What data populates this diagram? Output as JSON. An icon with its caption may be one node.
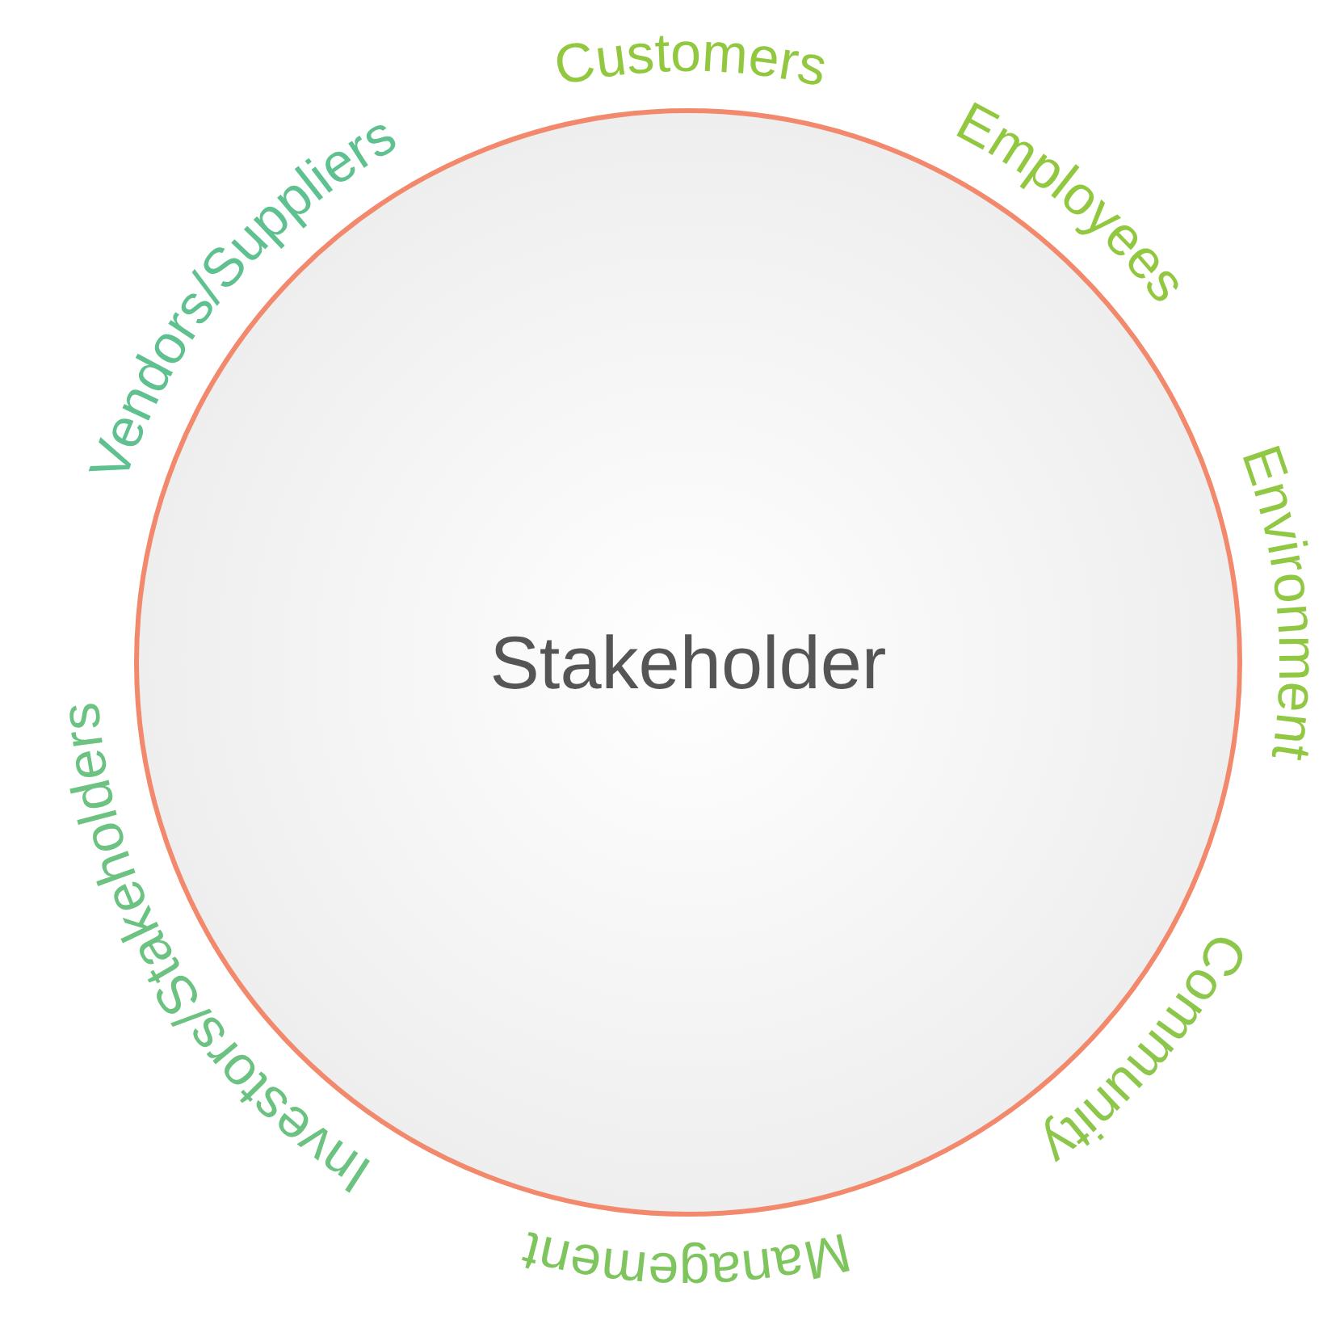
{
  "diagram": {
    "nodes": [
      {
        "text": [
          "Stakeholder"
        ]
      }
    ],
    "labels": [
      "Customers",
      "Employees",
      "Environment",
      "Community",
      "Management",
      "Investors/Stakeholders",
      "Vendors/Suppliers"
    ]
  }
}
